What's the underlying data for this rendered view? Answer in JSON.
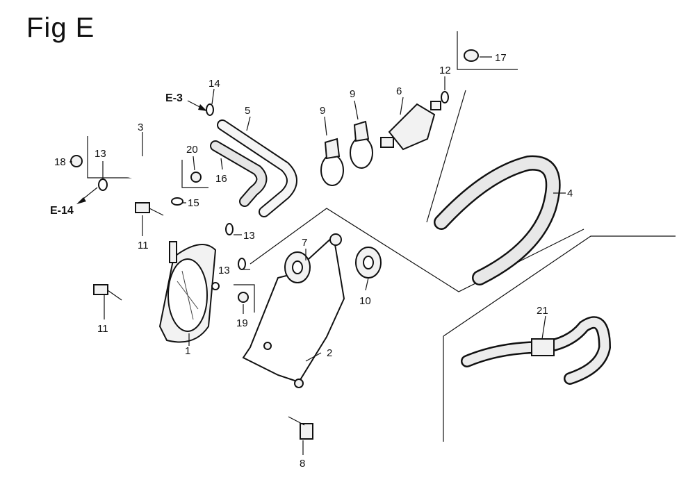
{
  "title": "Fig E",
  "callouts": {
    "c1": "1",
    "c2": "2",
    "c3": "3",
    "c4": "4",
    "c5": "5",
    "c6": "6",
    "c7": "7",
    "c8": "8",
    "c9a": "9",
    "c9b": "9",
    "c10": "10",
    "c11a": "11",
    "c11b": "11",
    "c12": "12",
    "c13a": "13",
    "c13b": "13",
    "c13c": "13",
    "c14": "14",
    "c15": "15",
    "c16": "16",
    "c17": "17",
    "c18": "18",
    "c19": "19",
    "c20": "20",
    "c21": "21"
  },
  "refs": {
    "e3": "E-3",
    "e14": "E-14"
  }
}
